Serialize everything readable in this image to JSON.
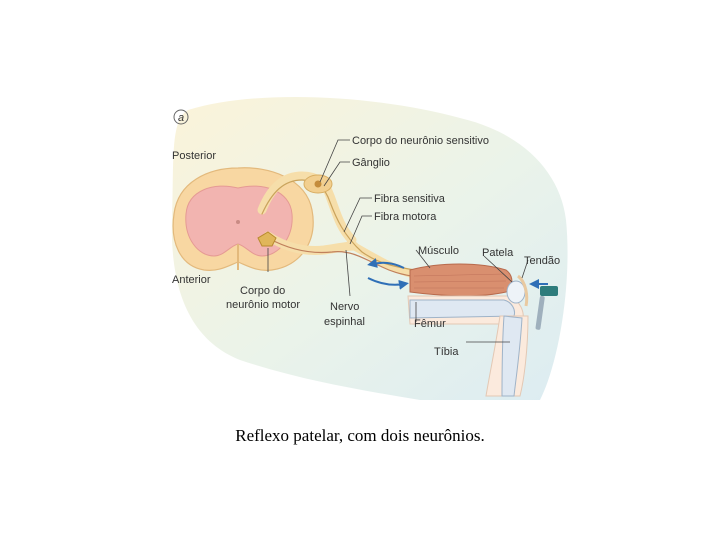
{
  "figure": {
    "panel_label": "a",
    "labels": {
      "posterior": "Posterior",
      "anterior": "Anterior",
      "sensory_body": "Corpo do neurônio sensitivo",
      "ganglion": "Gânglio",
      "sensory_fiber": "Fibra sensitiva",
      "motor_fiber": "Fibra motora",
      "muscle": "Músculo",
      "patella": "Patela",
      "tendon": "Tendão",
      "motor_body_line1": "Corpo do",
      "motor_body_line2": "neurônio motor",
      "nerve_line1": "Nervo",
      "nerve_line2": "espinhal",
      "femur": "Fêmur",
      "tibia": "Tíbia"
    }
  },
  "caption": "Reflexo patelar, com dois neurônios.",
  "colors": {
    "background_wash": "#e7f1ea",
    "spinal_white_matter": "#f8d7a2",
    "spinal_grey_matter": "#f2b4b0",
    "nerve": "#f6deaa",
    "muscle": "#d98f6f",
    "bone": "#dfe8f2",
    "skin": "#fbeadd",
    "arrow": "#2f6fb7",
    "hammer": "#2e7c7c"
  }
}
